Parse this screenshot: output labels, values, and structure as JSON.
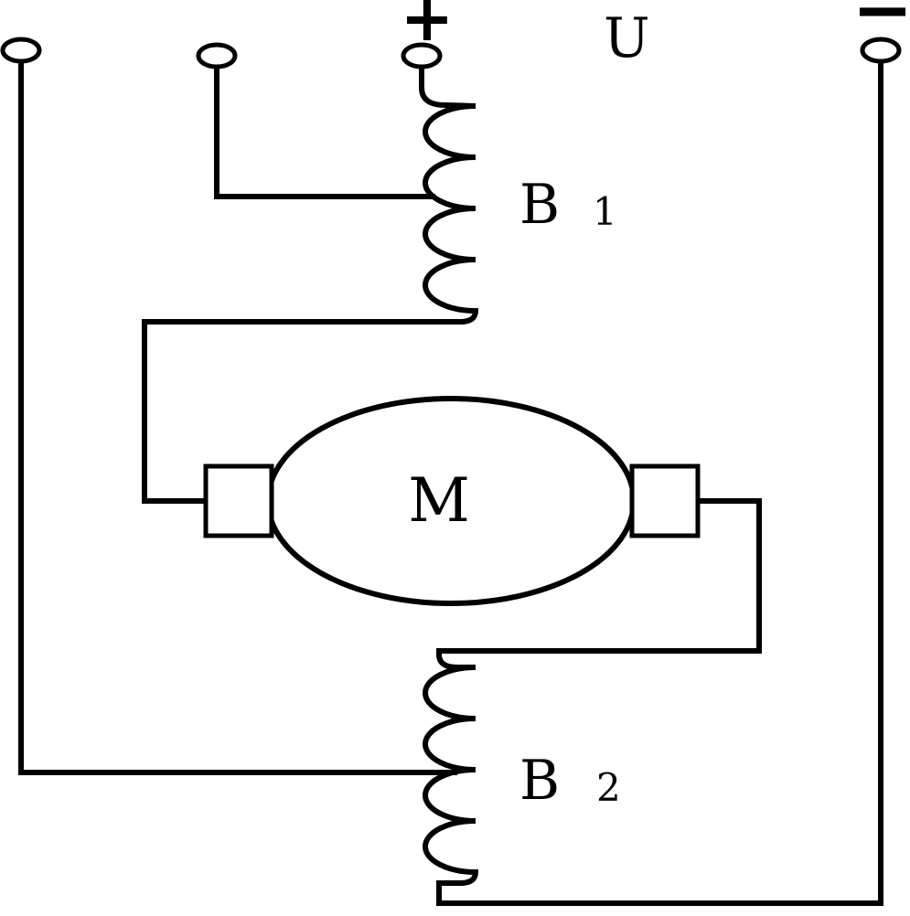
{
  "labels": {
    "plus": "+",
    "minus": "−",
    "voltage": "U",
    "winding1": "B",
    "winding1_index": "1",
    "winding2": "B",
    "winding2_index": "2",
    "motor": "M"
  },
  "colors": {
    "line": "#000000",
    "background": "#ffffff"
  }
}
